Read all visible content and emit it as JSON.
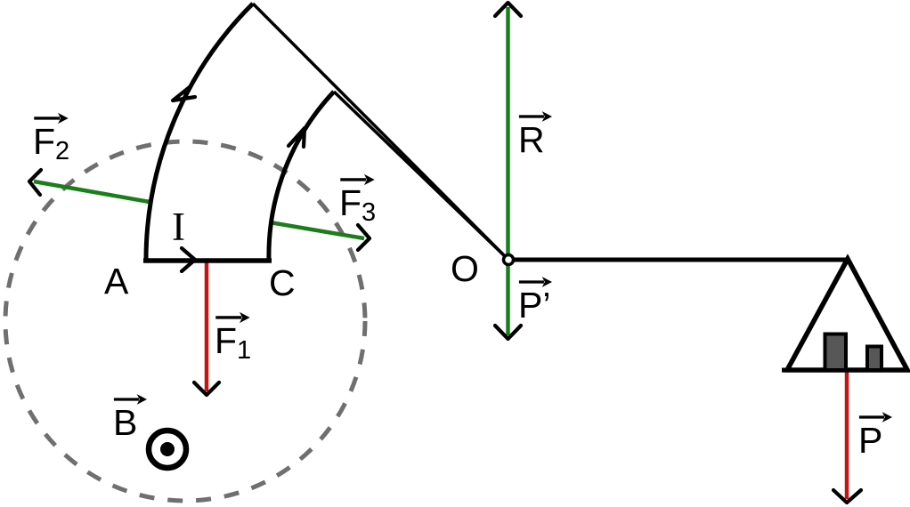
{
  "figure": {
    "kind": "current-balance-force-diagram"
  },
  "colors": {
    "force_green": "#1b7e1b",
    "force_red": "#c41414",
    "field_region_gray": "#6f6f6f",
    "weight_gray": "#575757",
    "wire_black": "#000000"
  },
  "labels": {
    "F1": {
      "base": "F",
      "sub": "1"
    },
    "F2": {
      "base": "F",
      "sub": "2"
    },
    "F3": {
      "base": "F",
      "sub": "3"
    },
    "B": {
      "base": "B"
    },
    "R": {
      "base": "R"
    },
    "P": {
      "base": "P"
    },
    "P_prime": {
      "base": "P’"
    },
    "O": "O",
    "A": "A",
    "C": "C",
    "I": "I"
  }
}
